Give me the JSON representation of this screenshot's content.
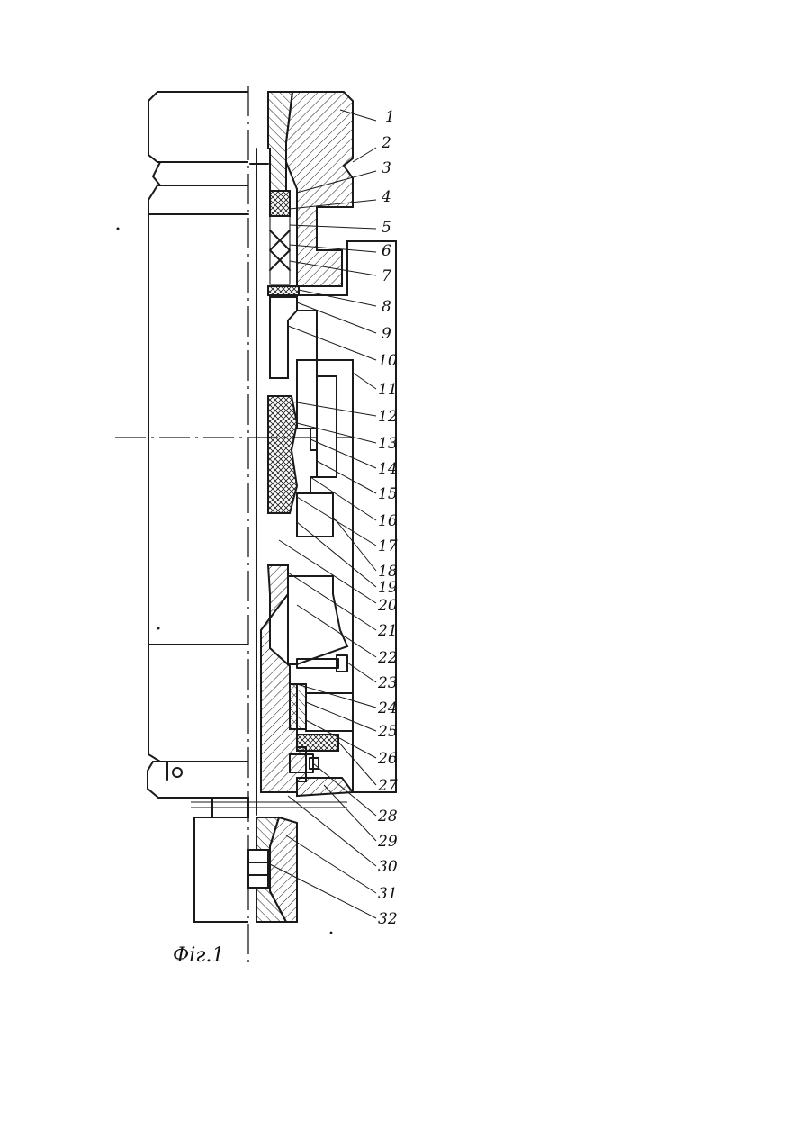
{
  "figure": {
    "caption": "Фiг.1",
    "part_labels": [
      "1",
      "2",
      "3",
      "4",
      "5",
      "6",
      "7",
      "8",
      "9",
      "10",
      "11",
      "12",
      "13",
      "14",
      "15",
      "16",
      "17",
      "18",
      "19",
      "20",
      "21",
      "22",
      "23",
      "24",
      "25",
      "26",
      "27",
      "28",
      "29",
      "30",
      "31",
      "32"
    ]
  }
}
